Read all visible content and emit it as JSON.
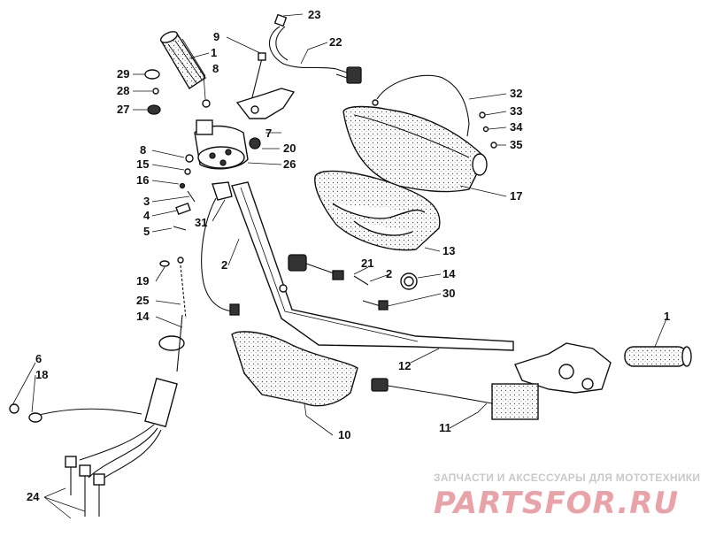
{
  "callouts": {
    "c23": "23",
    "c22": "22",
    "c9": "9",
    "c1a": "1",
    "c8a": "8",
    "c29": "29",
    "c28": "28",
    "c27": "27",
    "c7": "7",
    "c20": "20",
    "c26": "26",
    "c8b": "8",
    "c15": "15",
    "c16": "16",
    "c3": "3",
    "c4": "4",
    "c5": "5",
    "c31": "31",
    "c2a": "2",
    "c32": "32",
    "c33": "33",
    "c34": "34",
    "c35": "35",
    "c17": "17",
    "c13": "13",
    "c21": "21",
    "c2b": "2",
    "c14a": "14",
    "c30": "30",
    "c19": "19",
    "c25": "25",
    "c14b": "14",
    "c6": "6",
    "c18": "18",
    "c1b": "1",
    "c12": "12",
    "c10": "10",
    "c11": "11",
    "c24": "24"
  },
  "watermark": {
    "tagline": "ЗАПЧАСТИ И АКСЕССУАРЫ ДЛЯ МОТОТЕХНИКИ",
    "brand": "PARTSFOR.RU"
  },
  "colors": {
    "line": "#111111",
    "watermark_gray": "#c9c9c9",
    "watermark_pink": "#e9a3a8"
  }
}
